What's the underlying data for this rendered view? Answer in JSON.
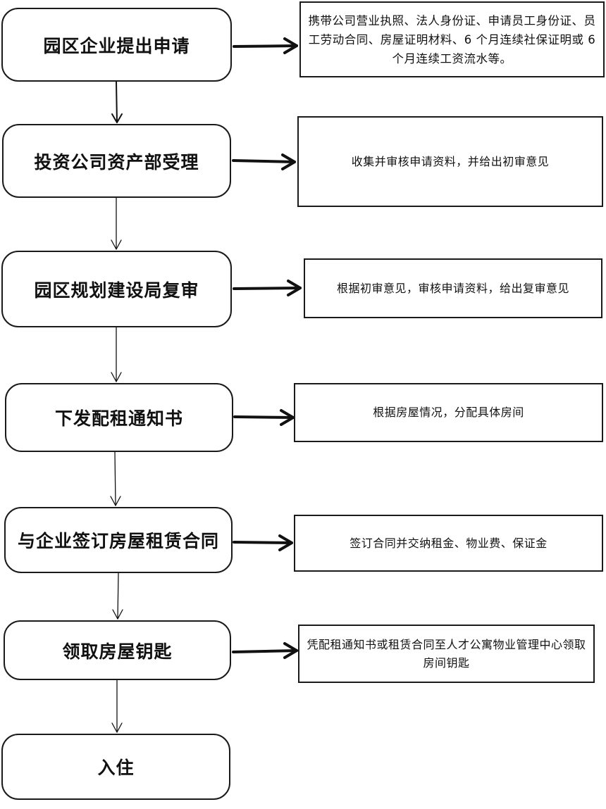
{
  "steps": [
    {
      "label": "园区企业提出申请"
    },
    {
      "label": "投资公司资产部受理"
    },
    {
      "label": "园区规划建设局复审"
    },
    {
      "label": "下发配租通知书"
    },
    {
      "label": "与企业签订房屋租赁合同"
    },
    {
      "label": "领取房屋钥匙"
    },
    {
      "label": "入住"
    }
  ],
  "notes": [
    {
      "text": "携带公司营业执照、法人身份证、申请员工身份证、员工劳动合同、房屋证明材料、6 个月连续社保证明或 6 个月连续工资流水等。"
    },
    {
      "text": "收集并审核申请资料，并给出初审意见"
    },
    {
      "text": "根据初审意见，审核申请资料，给出复审意见"
    },
    {
      "text": "根据房屋情况，分配具体房间"
    },
    {
      "text": "签订合同并交纳租金、物业费、保证金"
    },
    {
      "text": "凭配租通知书或租赁合同至人才公寓物业管理中心领取房间钥匙"
    }
  ]
}
